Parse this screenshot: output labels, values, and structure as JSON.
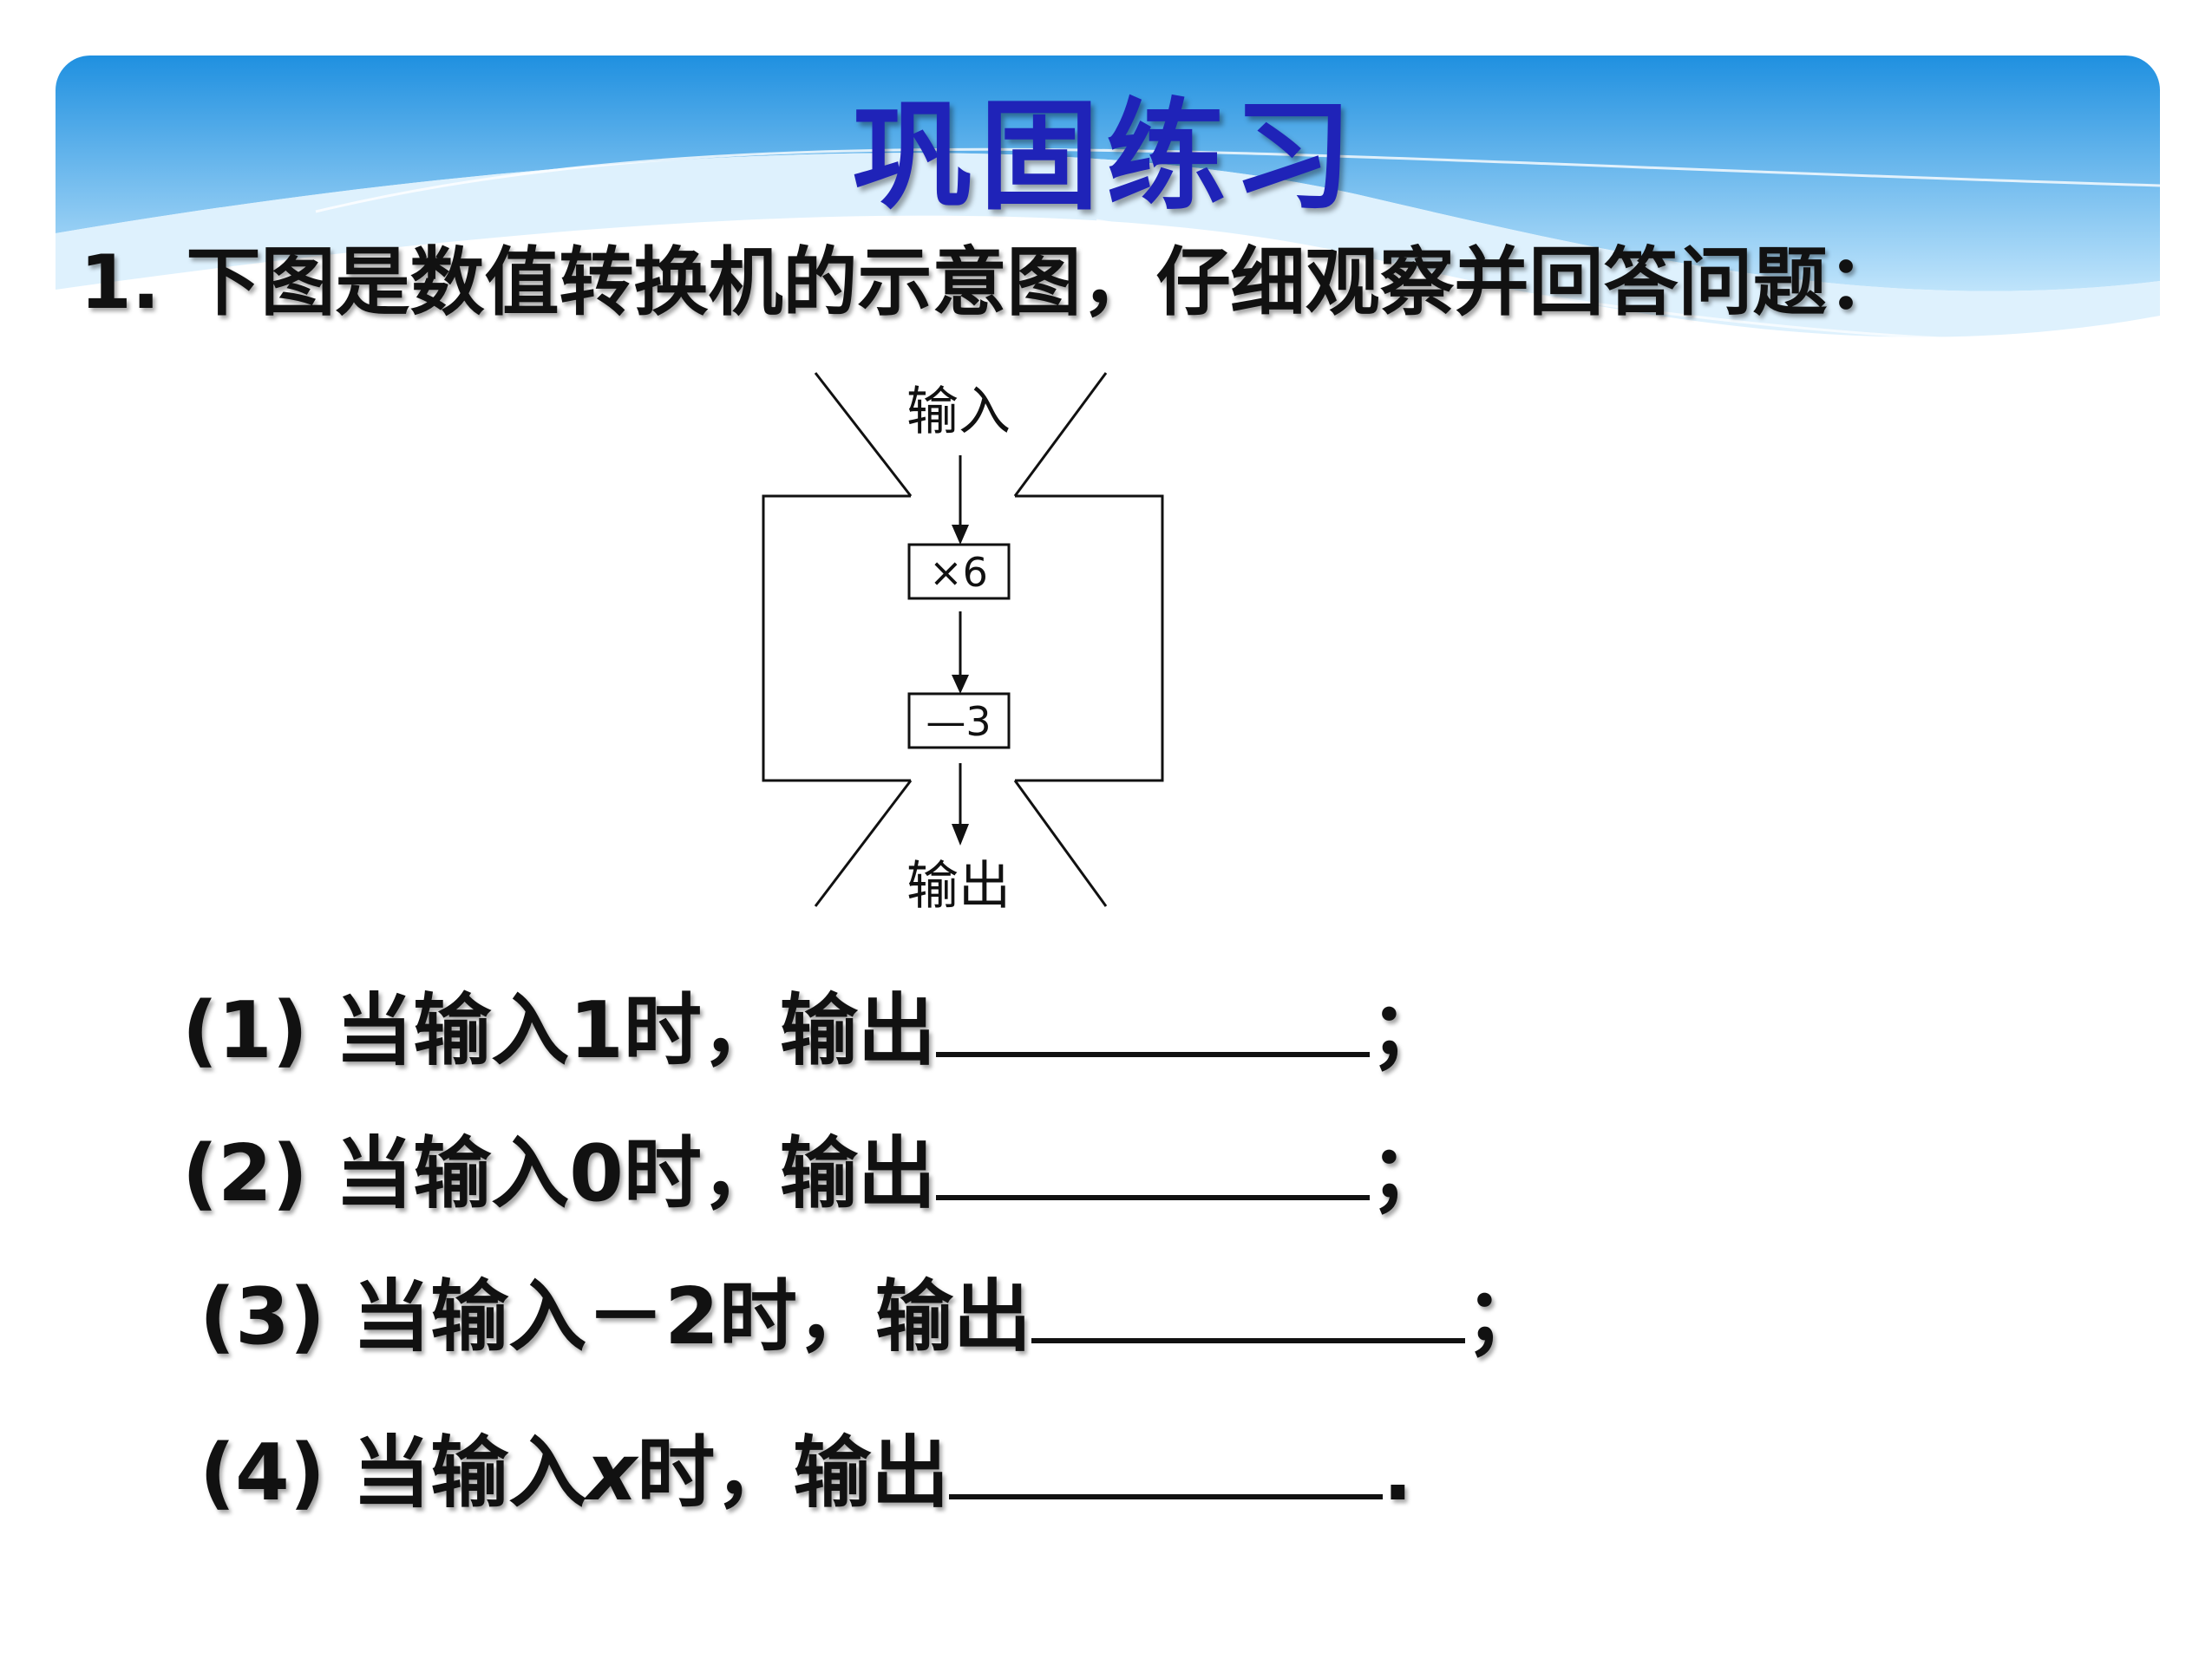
{
  "title": "巩固练习",
  "question": "1. 下图是数值转换机的示意图，仔细观察并回答问题：",
  "diagram": {
    "input_label": "输入",
    "step1": "×6",
    "step2": "—3",
    "output_label": "输出"
  },
  "subquestions": [
    {
      "num": "(1)",
      "text": "当输入1时，输出",
      "end": "；"
    },
    {
      "num": "(2)",
      "text": "当输入0时，输出",
      "end": "；"
    },
    {
      "num": "(3)",
      "text": "当输入－2时，输出",
      "end": "；"
    },
    {
      "num": "(4)",
      "pre": "当输入",
      "var": "x",
      "post": "时，输出",
      "end": "."
    }
  ],
  "colors": {
    "banner_top": "#1f90e0",
    "banner_bottom": "#bfe4fb",
    "title": "#1f23b8"
  }
}
